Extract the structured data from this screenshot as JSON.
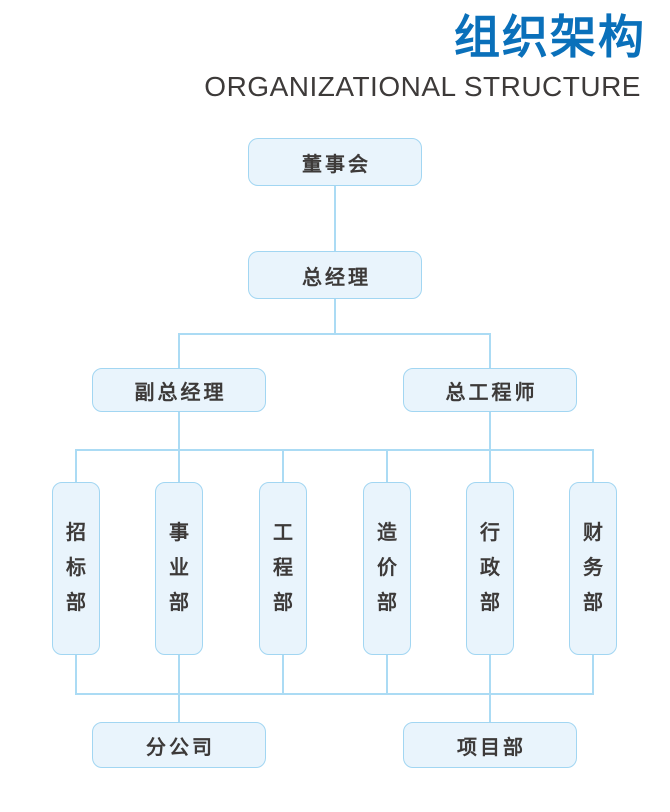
{
  "header": {
    "title": "组织架构",
    "subtitle": "ORGANIZATIONAL STRUCTURE"
  },
  "org": {
    "board": {
      "label": "董事会"
    },
    "general_manager": {
      "label": "总经理"
    },
    "executives": [
      {
        "label": "副总经理"
      },
      {
        "label": "总工程师"
      }
    ],
    "departments": [
      {
        "label": "招标部"
      },
      {
        "label": "事业部"
      },
      {
        "label": "工程部"
      },
      {
        "label": "造价部"
      },
      {
        "label": "行政部"
      },
      {
        "label": "财务部"
      }
    ],
    "subordinates": [
      {
        "label": "分公司"
      },
      {
        "label": "项目部"
      }
    ]
  },
  "colors": {
    "title_blue": "#0a70ba",
    "text_dark": "#3d3a39",
    "node_fill": "#e9f4fc",
    "node_border": "#a2d6f2",
    "connector": "#abdbf4"
  }
}
